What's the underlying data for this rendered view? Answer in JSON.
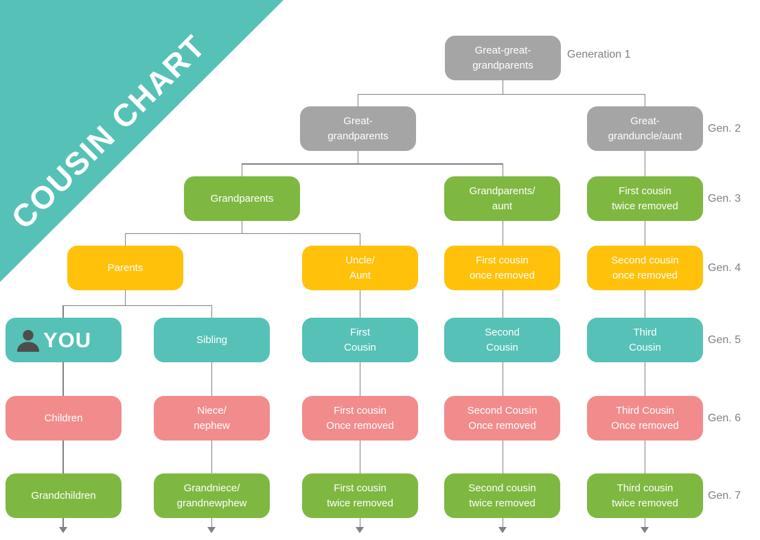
{
  "title": "COUSIN CHART",
  "theme": {
    "banner_teal": "#56C1B7",
    "node_gray": "#A5A5A5",
    "node_green": "#7EB841",
    "node_yellow": "#FFC10A",
    "node_teal": "#56C1B7",
    "node_pink": "#F28C8C",
    "connector_gray": "#808080",
    "label_gray": "#808080",
    "person_icon_color": "#4D4D4D",
    "node_text_color": "#FFFFFF"
  },
  "icons": {
    "you": "person-icon",
    "flow_end": "arrow-down-icon"
  },
  "generation_labels": [
    {
      "label": "Generation 1"
    },
    {
      "label": "Gen. 2"
    },
    {
      "label": "Gen. 3"
    },
    {
      "label": "Gen. 4"
    },
    {
      "label": "Gen. 5"
    },
    {
      "label": "Gen. 6"
    },
    {
      "label": "Gen. 7"
    }
  ],
  "nodes": [
    {
      "id": "great-great-grandparents",
      "generation": 1,
      "color": "gray",
      "lines": [
        "Great-great-",
        "grandparents"
      ]
    },
    {
      "id": "great-grandparents",
      "generation": 2,
      "color": "gray",
      "lines": [
        "Great-",
        "grandparents"
      ]
    },
    {
      "id": "great-granduncle-aunt",
      "generation": 2,
      "color": "gray",
      "lines": [
        "Great-",
        "granduncle/aunt"
      ]
    },
    {
      "id": "grandparents",
      "generation": 3,
      "color": "green",
      "lines": [
        "Grandparents"
      ]
    },
    {
      "id": "grandparents-aunt",
      "generation": 3,
      "color": "green",
      "lines": [
        "Grandparents/",
        "aunt"
      ]
    },
    {
      "id": "first-cousin-twice-removed-up",
      "generation": 3,
      "color": "green",
      "lines": [
        "First cousin",
        "twice removed"
      ]
    },
    {
      "id": "parents",
      "generation": 4,
      "color": "yellow",
      "lines": [
        "Parents"
      ]
    },
    {
      "id": "uncle-aunt",
      "generation": 4,
      "color": "yellow",
      "lines": [
        "Uncle/",
        "Aunt"
      ]
    },
    {
      "id": "first-cousin-once-removed-up",
      "generation": 4,
      "color": "yellow",
      "lines": [
        "First cousin",
        "once removed"
      ]
    },
    {
      "id": "second-cousin-once-removed-up",
      "generation": 4,
      "color": "yellow",
      "lines": [
        "Second cousin",
        "once removed"
      ]
    },
    {
      "id": "you",
      "generation": 5,
      "color": "teal",
      "lines": [
        "YOU"
      ]
    },
    {
      "id": "sibling",
      "generation": 5,
      "color": "teal",
      "lines": [
        "Sibling"
      ]
    },
    {
      "id": "first-cousin",
      "generation": 5,
      "color": "teal",
      "lines": [
        "First",
        "Cousin"
      ]
    },
    {
      "id": "second-cousin",
      "generation": 5,
      "color": "teal",
      "lines": [
        "Second",
        "Cousin"
      ]
    },
    {
      "id": "third-cousin",
      "generation": 5,
      "color": "teal",
      "lines": [
        "Third",
        "Cousin"
      ]
    },
    {
      "id": "children",
      "generation": 6,
      "color": "pink",
      "lines": [
        "Children"
      ]
    },
    {
      "id": "niece-nephew",
      "generation": 6,
      "color": "pink",
      "lines": [
        "Niece/",
        "nephew"
      ]
    },
    {
      "id": "first-cousin-once-removed-down",
      "generation": 6,
      "color": "pink",
      "lines": [
        "First cousin",
        "Once removed"
      ]
    },
    {
      "id": "second-cousin-once-removed-down",
      "generation": 6,
      "color": "pink",
      "lines": [
        "Second Cousin",
        "Once removed"
      ]
    },
    {
      "id": "third-cousin-once-removed-down",
      "generation": 6,
      "color": "pink",
      "lines": [
        "Third Cousin",
        "Once removed"
      ]
    },
    {
      "id": "grandchildren",
      "generation": 7,
      "color": "green",
      "lines": [
        "Grandchildren"
      ]
    },
    {
      "id": "grandniece-grandnephew",
      "generation": 7,
      "color": "green",
      "lines": [
        "Grandniece/",
        "grandnewphew"
      ]
    },
    {
      "id": "first-cousin-twice-removed-down",
      "generation": 7,
      "color": "green",
      "lines": [
        "First cousin",
        "twice removed"
      ]
    },
    {
      "id": "second-cousin-twice-removed-down",
      "generation": 7,
      "color": "green",
      "lines": [
        "Second cousin",
        "twice removed"
      ]
    },
    {
      "id": "third-cousin-twice-removed-down",
      "generation": 7,
      "color": "green",
      "lines": [
        "Third cousin",
        "twice removed"
      ]
    }
  ]
}
